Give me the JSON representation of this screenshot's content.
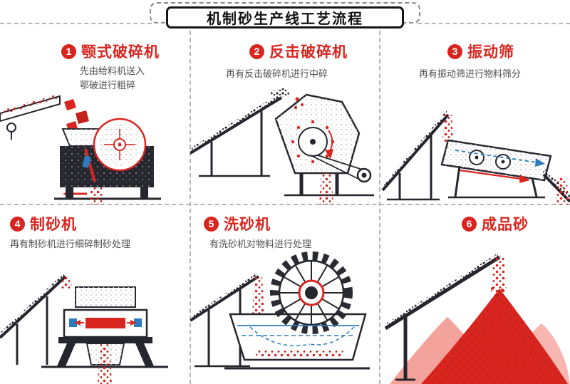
{
  "title": "机制砂生产线工艺流程",
  "steps": [
    {
      "num": "1",
      "name": "颚式破碎机",
      "desc": "先由给料机送入\n鄂破进行粗碎"
    },
    {
      "num": "2",
      "name": "反击破碎机",
      "desc": "再有反击破碎机进行中碎"
    },
    {
      "num": "3",
      "name": "振动筛",
      "desc": "再有振动筛进行物料筛分"
    },
    {
      "num": "4",
      "name": "制砂机",
      "desc": "再有制砂机进行细碎制砂处理"
    },
    {
      "num": "5",
      "name": "洗砂机",
      "desc": "有洗砂机对物料进行处理"
    },
    {
      "num": "6",
      "name": "成品砂",
      "desc": ""
    }
  ],
  "colors": {
    "accent": "#d9251f",
    "dark": "#26262e",
    "water_blue": "#2b7bbf",
    "sand_pink": "#f3a39c"
  }
}
